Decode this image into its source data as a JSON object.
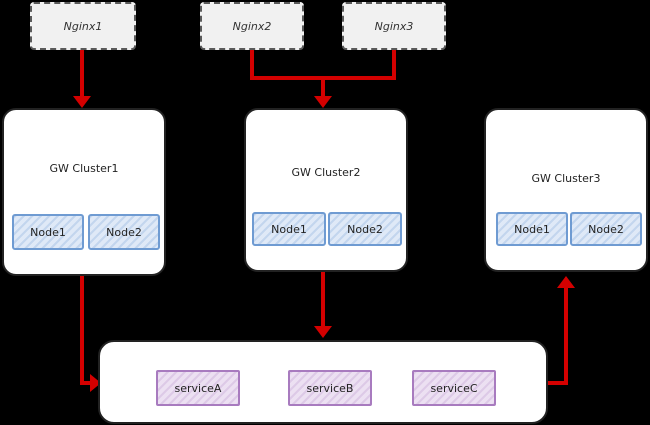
{
  "nginx": [
    {
      "label": "Nginx1"
    },
    {
      "label": "Nginx2"
    },
    {
      "label": "Nginx3"
    }
  ],
  "clusters": [
    {
      "title": "GW Cluster1",
      "nodes": [
        "Node1",
        "Node2"
      ]
    },
    {
      "title": "GW Cluster2",
      "nodes": [
        "Node1",
        "Node2"
      ]
    },
    {
      "title": "GW Cluster3",
      "nodes": [
        "Node1",
        "Node2"
      ]
    }
  ],
  "services": [
    "serviceA",
    "serviceB",
    "serviceC"
  ],
  "colors": {
    "arrow": "#d40000",
    "node_border": "#6f9bd2",
    "service_border": "#a87bbf"
  }
}
